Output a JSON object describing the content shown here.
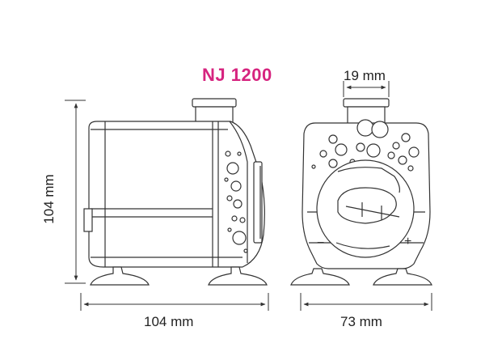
{
  "title": "NJ 1200",
  "dimensions": {
    "inlet_diameter": "19 mm",
    "height": "104 mm",
    "length": "104 mm",
    "width": "73 mm"
  },
  "symbols": {
    "minus": "−",
    "plus": "+"
  },
  "colors": {
    "title": "#d6247f",
    "line": "#333333",
    "fill": "#ffffff"
  }
}
